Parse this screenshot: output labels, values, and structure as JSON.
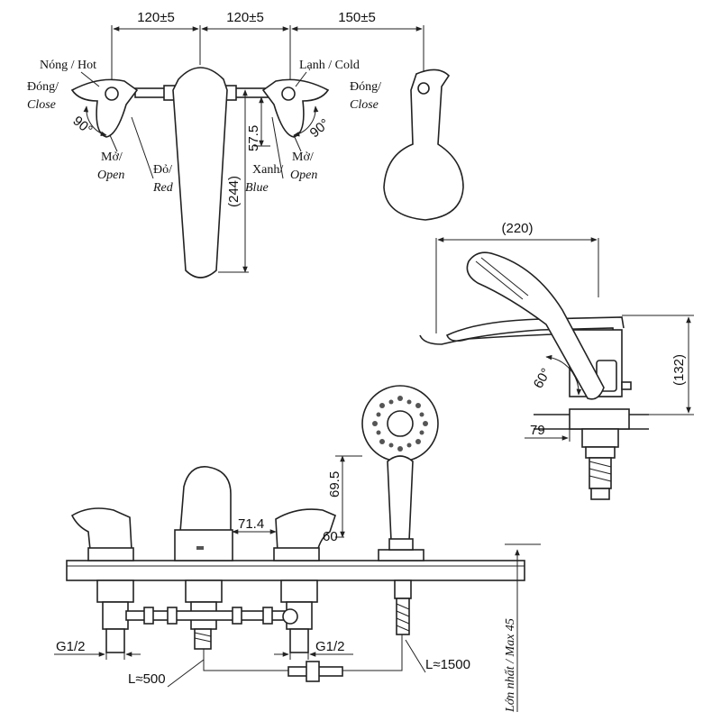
{
  "top_view": {
    "dims": [
      "120±5",
      "120±5",
      "150±5"
    ],
    "hot": "Nóng / Hot",
    "cold": "Lạnh / Cold",
    "close_left_a": "Đóng/",
    "close_left_b": "Close",
    "close_right_a": "Đóng/",
    "close_right_b": "Close",
    "angle_left": "90°",
    "angle_right": "90°",
    "open_left_a": "Mở/",
    "open_left_b": "Open",
    "open_right_a": "Mở/",
    "open_right_b": "Open",
    "red_a": "Đỏ/",
    "red_b": "Red",
    "blue_a": "Xanh/",
    "blue_b": "Blue",
    "dim_575": "57.5",
    "dim_244": "(244)"
  },
  "side_view": {
    "dim_220": "(220)",
    "dim_132": "(132)",
    "angle": "60°",
    "dim_79": "79"
  },
  "front_view": {
    "dim_695": "69.5",
    "dim_714": "71.4",
    "dim_60": "60",
    "g_left": "G1/2",
    "g_right": "G1/2",
    "hose_500": "L≈500",
    "hose_1500": "L≈1500",
    "max_deck": "Lớn nhất / Max 45"
  }
}
